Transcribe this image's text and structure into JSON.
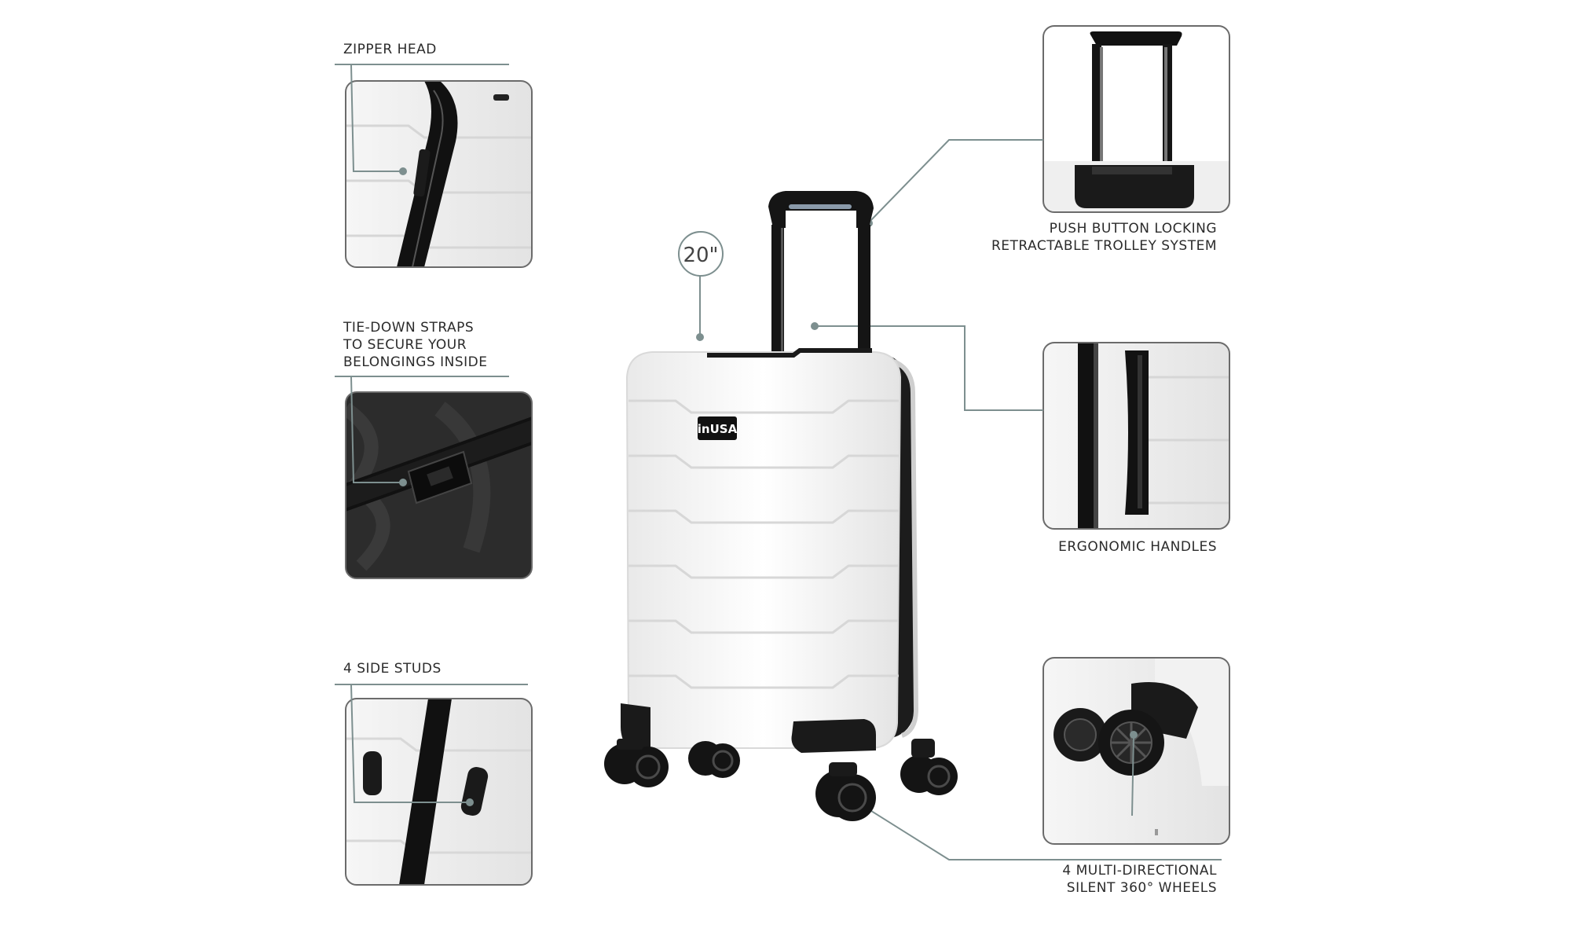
{
  "accent": "#7d8f8f",
  "callouts": {
    "zipper_head": "ZIPPER HEAD",
    "tie_down_1": "TIE-DOWN STRAPS",
    "tie_down_2": "TO SECURE YOUR",
    "tie_down_3": "BELONGINGS INSIDE",
    "side_studs": "4 SIDE STUDS",
    "trolley_1": "PUSH BUTTON LOCKING",
    "trolley_2": "RETRACTABLE TROLLEY SYSTEM",
    "handles": "ERGONOMIC HANDLES",
    "wheels_1": "4 MULTI-DIRECTIONAL",
    "wheels_2": "SILENT 360°  WHEELS"
  },
  "size_badge": "20\"",
  "brand": "inUSA"
}
